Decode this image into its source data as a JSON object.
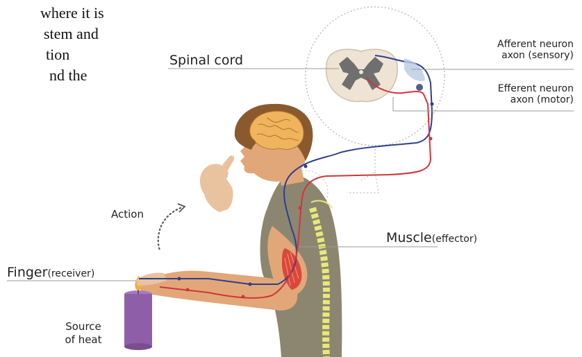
{
  "clipped_paragraph": [
    "where it is",
    "stem and",
    "tion",
    "nd the"
  ],
  "labels": {
    "spinal_cord": "Spinal cord",
    "afferent_line1": "Afferent neuron",
    "afferent_line2": "axon (sensory)",
    "efferent_line1": "Efferent neuron",
    "efferent_line2": "axon (motor)",
    "action": "Action",
    "muscle_main": "Muscle",
    "muscle_sub": "(effector)",
    "finger_main": "Finger",
    "finger_sub": "(receiver)",
    "heat_line1": "Source",
    "heat_line2": "of heat"
  },
  "colors": {
    "afferent": "#2e3d8f",
    "efferent": "#d0343c",
    "skin": "#e2a778",
    "shirt": "#8c8670",
    "hair": "#8a5a2e",
    "candle": "#8f5ea8",
    "spine": "#e9e87a",
    "muscle": "#d9483a"
  }
}
